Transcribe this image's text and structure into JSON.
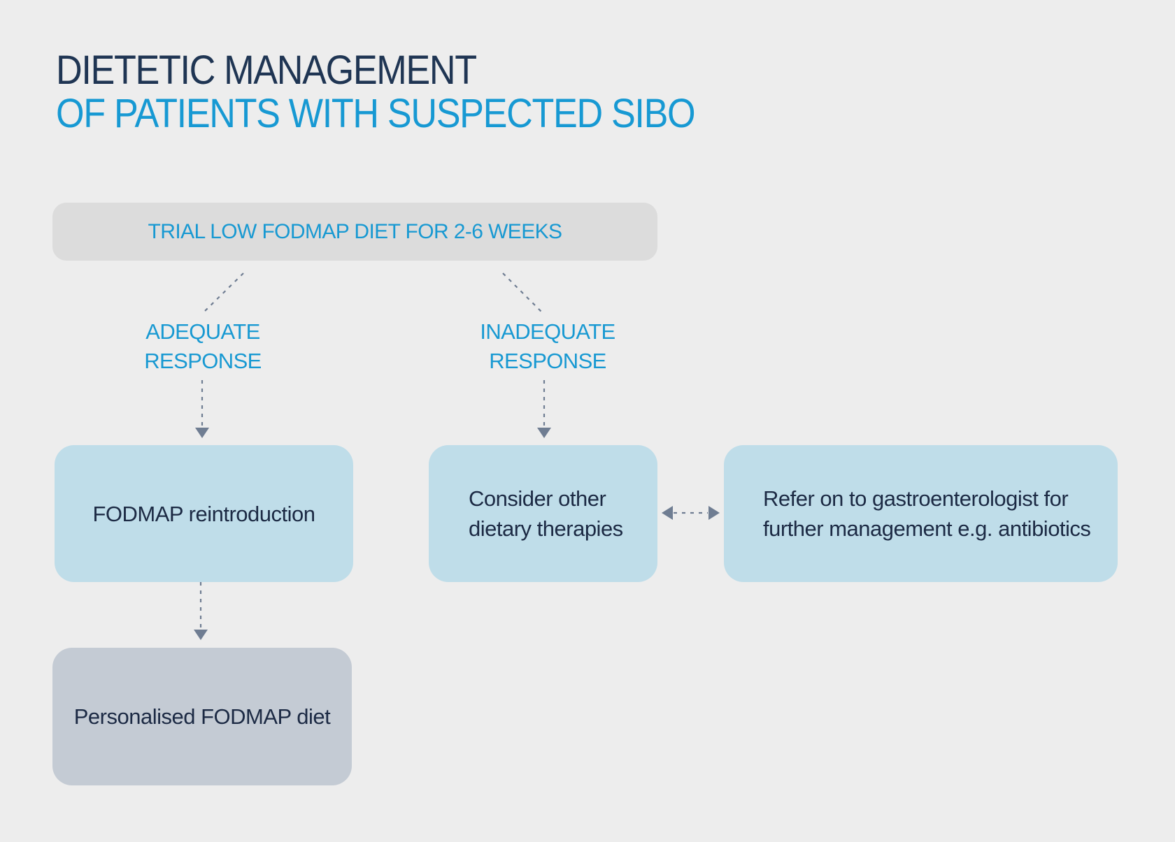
{
  "title": {
    "line1": "DIETETIC MANAGEMENT",
    "line2": "OF PATIENTS WITH SUSPECTED SIBO"
  },
  "nodes": {
    "trial": "TRIAL LOW FODMAP DIET FOR 2-6 WEEKS",
    "reintroduction": "FODMAP reintroduction",
    "consider": [
      "Consider other",
      "dietary therapies"
    ],
    "refer": [
      "Refer on to gastroenterologist for",
      "further management e.g. antibiotics"
    ],
    "personalised": "Personalised FODMAP diet"
  },
  "branches": {
    "adequate": [
      "ADEQUATE",
      "RESPONSE"
    ],
    "inadequate": [
      "INADEQUATE",
      "RESPONSE"
    ]
  },
  "colors": {
    "title_dark": "#1f3553",
    "accent_blue": "#1899d2",
    "box_light_blue": "#bfdde9",
    "box_grey": "#c4cbd4",
    "box_trial": "#dcdcdc",
    "connector": "#6f7d92"
  }
}
